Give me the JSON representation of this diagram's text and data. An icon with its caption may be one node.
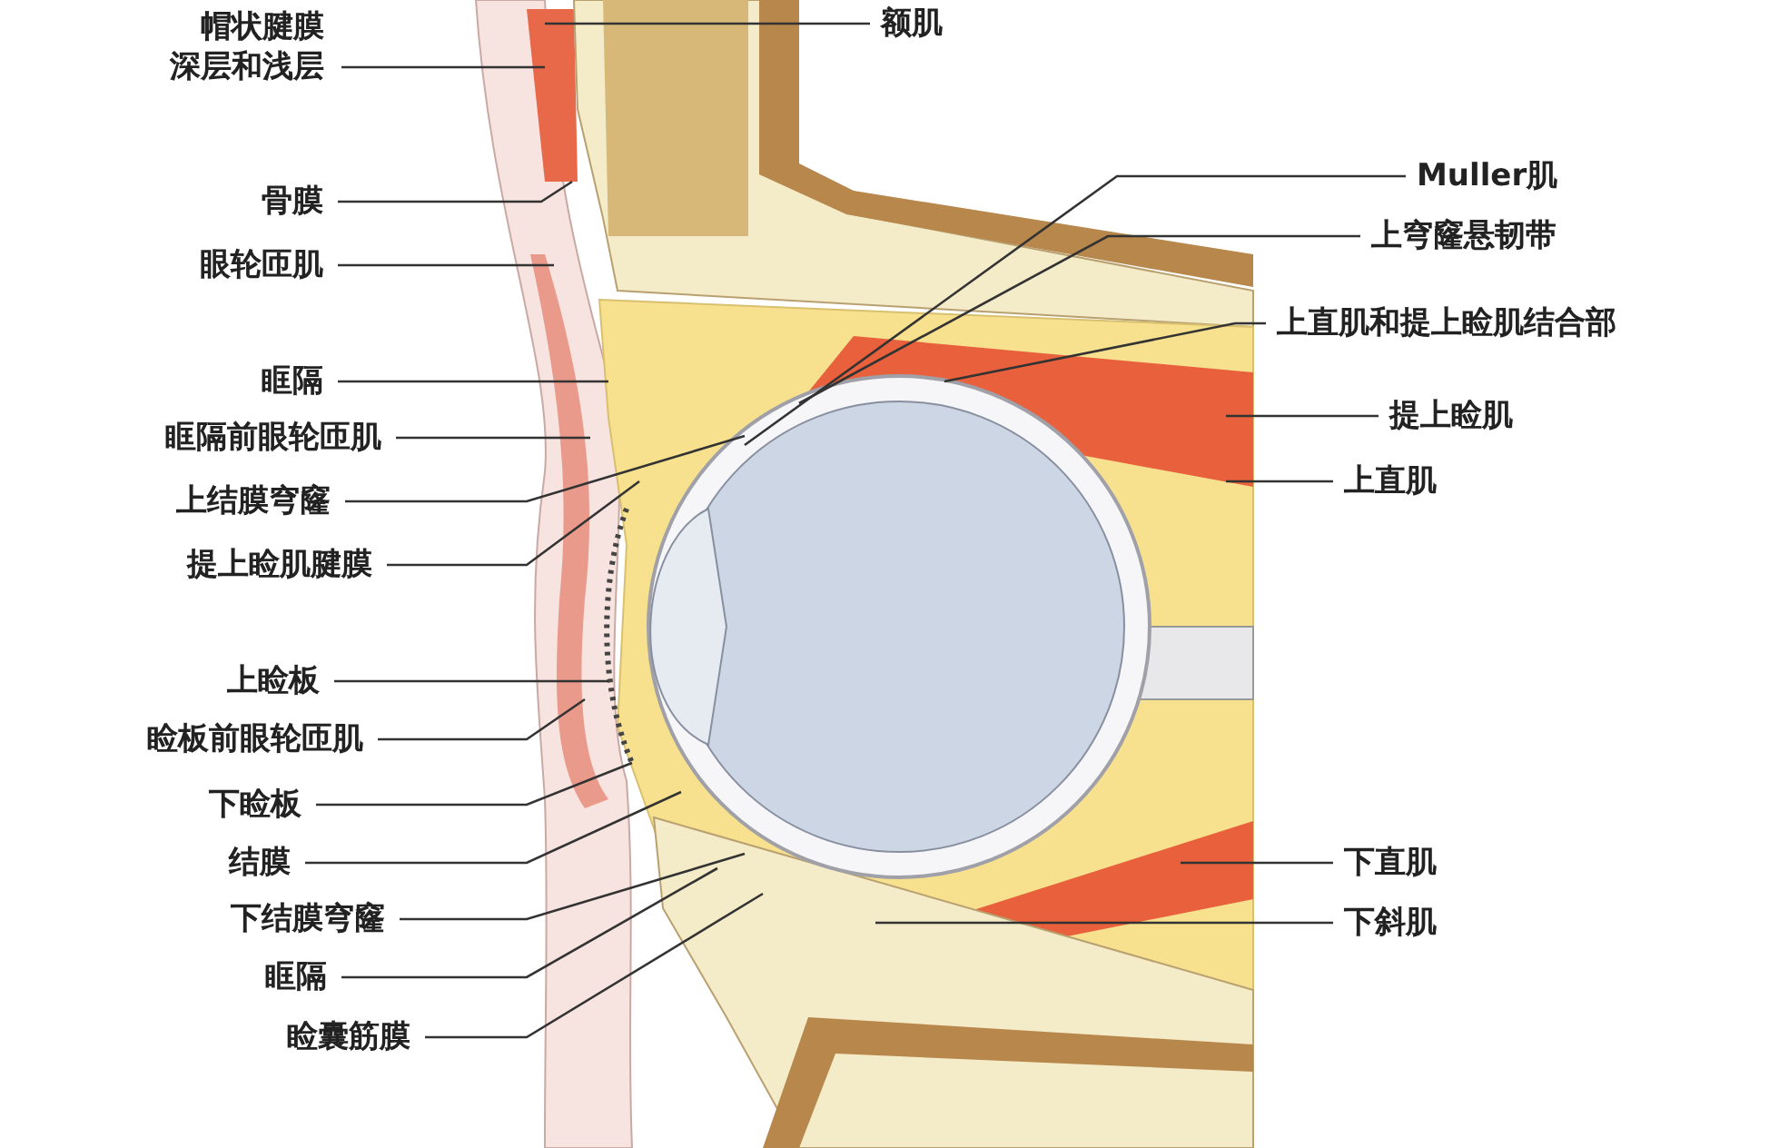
{
  "diagram": {
    "nodes": [
      {
        "text": [
          "帽状腱膜深层和浅层"
        ]
      },
      {
        "text": [
          "额肌"
        ]
      },
      {
        "text": [
          "骨膜"
        ]
      },
      {
        "text": [
          "眼轮匝肌"
        ]
      },
      {
        "text": [
          "眶隔"
        ]
      },
      {
        "text": [
          "眶隔前眼轮匝肌"
        ]
      },
      {
        "text": [
          "上结膜穹窿"
        ]
      },
      {
        "text": [
          "提上睑肌腱膜"
        ]
      },
      {
        "text": [
          "上睑板"
        ]
      },
      {
        "text": [
          "睑板前眼轮匝肌"
        ]
      },
      {
        "text": [
          "下睑板"
        ]
      },
      {
        "text": [
          "结膜"
        ]
      },
      {
        "text": [
          "下结膜穹窿"
        ]
      },
      {
        "text": [
          "眶隔"
        ]
      },
      {
        "text": [
          "睑囊筋膜"
        ]
      },
      {
        "text": [
          "Muller肌"
        ]
      },
      {
        "text": [
          "上穹窿悬韧带"
        ]
      },
      {
        "text": [
          "上直肌和提上睑肌结合部"
        ]
      },
      {
        "text": [
          "提上睑肌"
        ]
      },
      {
        "text": [
          "上直肌"
        ]
      },
      {
        "text": [
          "下直肌"
        ]
      },
      {
        "text": [
          "下斜肌"
        ]
      }
    ],
    "edges": [
      {
        "from": 0,
        "to": null,
        "arrow": "none"
      },
      {
        "from": 1,
        "to": null,
        "arrow": "none"
      },
      {
        "from": 2,
        "to": null,
        "arrow": "none"
      },
      {
        "from": 3,
        "to": null,
        "arrow": "none"
      },
      {
        "from": 4,
        "to": null,
        "arrow": "none"
      },
      {
        "from": 5,
        "to": null,
        "arrow": "none"
      },
      {
        "from": 6,
        "to": null,
        "arrow": "none"
      },
      {
        "from": 7,
        "to": null,
        "arrow": "none"
      },
      {
        "from": 8,
        "to": null,
        "arrow": "none"
      },
      {
        "from": 9,
        "to": null,
        "arrow": "none"
      },
      {
        "from": 10,
        "to": null,
        "arrow": "none"
      },
      {
        "from": 11,
        "to": null,
        "arrow": "none"
      },
      {
        "from": 12,
        "to": null,
        "arrow": "none"
      },
      {
        "from": 13,
        "to": null,
        "arrow": "none"
      },
      {
        "from": 14,
        "to": null,
        "arrow": "none"
      },
      {
        "from": 15,
        "to": null,
        "arrow": "none"
      },
      {
        "from": 16,
        "to": null,
        "arrow": "none"
      },
      {
        "from": 17,
        "to": null,
        "arrow": "none"
      },
      {
        "from": 18,
        "to": null,
        "arrow": "none"
      },
      {
        "from": 19,
        "to": null,
        "arrow": "none"
      },
      {
        "from": 20,
        "to": null,
        "arrow": "none"
      },
      {
        "from": 21,
        "to": null,
        "arrow": "none"
      }
    ]
  }
}
